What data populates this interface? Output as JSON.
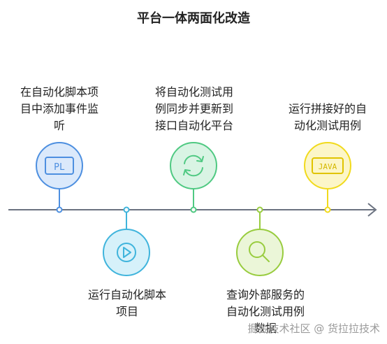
{
  "title": "平台一体两面化改造",
  "steps": [
    {
      "text": "在自动化脚本项\n目中添加事件监\n听",
      "icon_label": "PL",
      "icon": "terminal-icon",
      "color": "#4d8fe0",
      "fill": "#dbe9fb"
    },
    {
      "text": "运行自动化脚本\n项目",
      "icon": "play-icon",
      "color": "#3fb4dc",
      "fill": "#d6f1fa"
    },
    {
      "text": "将自动化测试用\n例同步并更新到\n接口自动化平台",
      "icon": "sync-icon",
      "color": "#4fc982",
      "fill": "#d9f4e4"
    },
    {
      "text": "查询外部服务的\n自动化测试用例\n数据",
      "icon": "search-icon",
      "color": "#98cc3e",
      "fill": "#ebf6d8"
    },
    {
      "text": "运行拼接好的自\n动化测试用例",
      "icon_label": "JAVA",
      "icon": "java-icon",
      "color": "#f1da1c",
      "fill": "#fcf6c8"
    }
  ],
  "colors": {
    "axis": "#6b7280",
    "text": "#222222"
  },
  "watermark": "掘金技术社区 @ 货拉拉技术"
}
